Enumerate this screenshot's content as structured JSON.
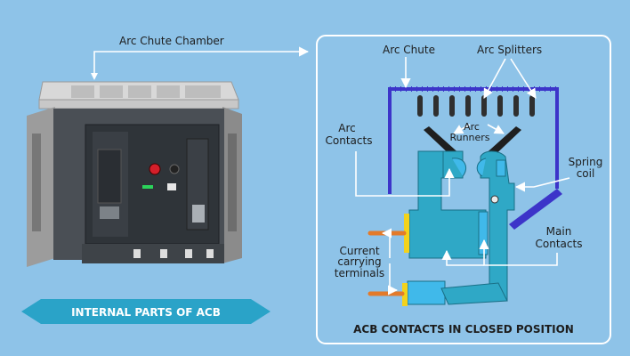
{
  "labels": {
    "arc_chute_chamber": "Arc Chute Chamber",
    "arc_chute": "Arc Chute",
    "arc_splitters": "Arc Splitters",
    "arc_contacts_1": "Arc",
    "arc_contacts_2": "Contacts",
    "arc_runners_1": "Arc",
    "arc_runners_2": "Runners",
    "spring_coil_1": "Spring",
    "spring_coil_2": "coil",
    "main_contacts_1": "Main",
    "main_contacts_2": "Contacts",
    "current_terminals_1": "Current",
    "current_terminals_2": "carrying",
    "current_terminals_3": "terminals"
  },
  "banner": {
    "text": "INTERNAL PARTS OF ACB"
  },
  "diagram_caption": "ACB CONTACTS IN CLOSED POSITION",
  "colors": {
    "background": "#8ec3e8",
    "chute_outline": "#3c34c9",
    "body_teal": "#2fa8c6",
    "contact_light": "#40b9ea",
    "banner": "#2aa3c8",
    "terminal_orange": "#e37a2a",
    "terminal_yellow": "#f3d21b"
  }
}
